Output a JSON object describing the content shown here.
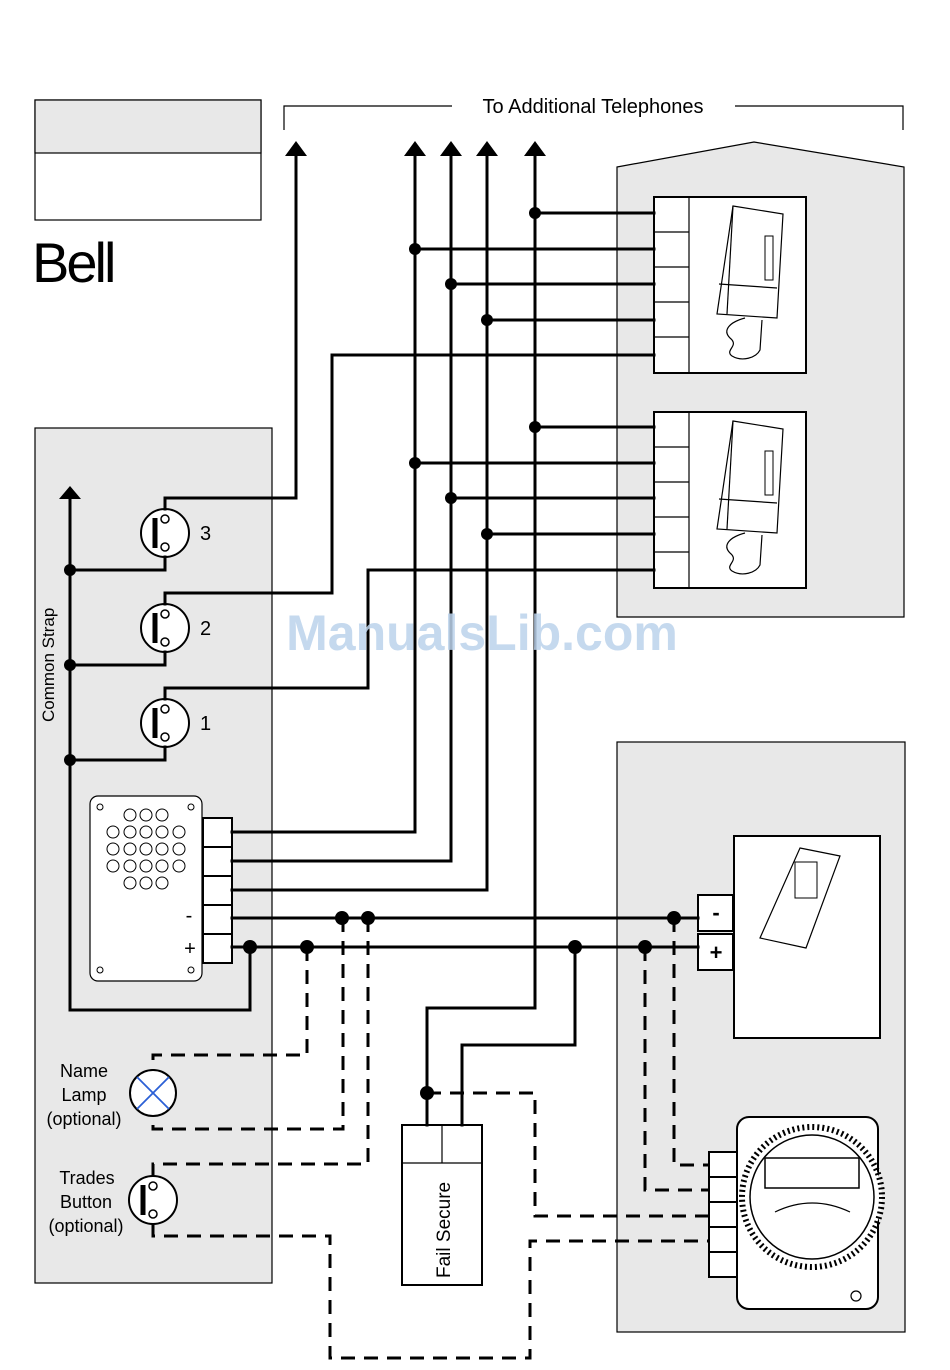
{
  "header": {
    "additional_telephones": "To Additional Telephones"
  },
  "bell_box": {
    "label": "Bell"
  },
  "door_panel": {
    "strap_label": "Common Strap",
    "buttons": [
      "3",
      "2",
      "1"
    ],
    "minus": "-",
    "plus": "+",
    "name_lamp": [
      "Name",
      "Lamp",
      "(optional)"
    ],
    "trades_button": [
      "Trades",
      "Button",
      "(optional)"
    ]
  },
  "power_unit": {
    "minus": "-",
    "plus": "+"
  },
  "lock": {
    "label": "Fail Secure"
  },
  "watermark": "ManualsLib.com"
}
